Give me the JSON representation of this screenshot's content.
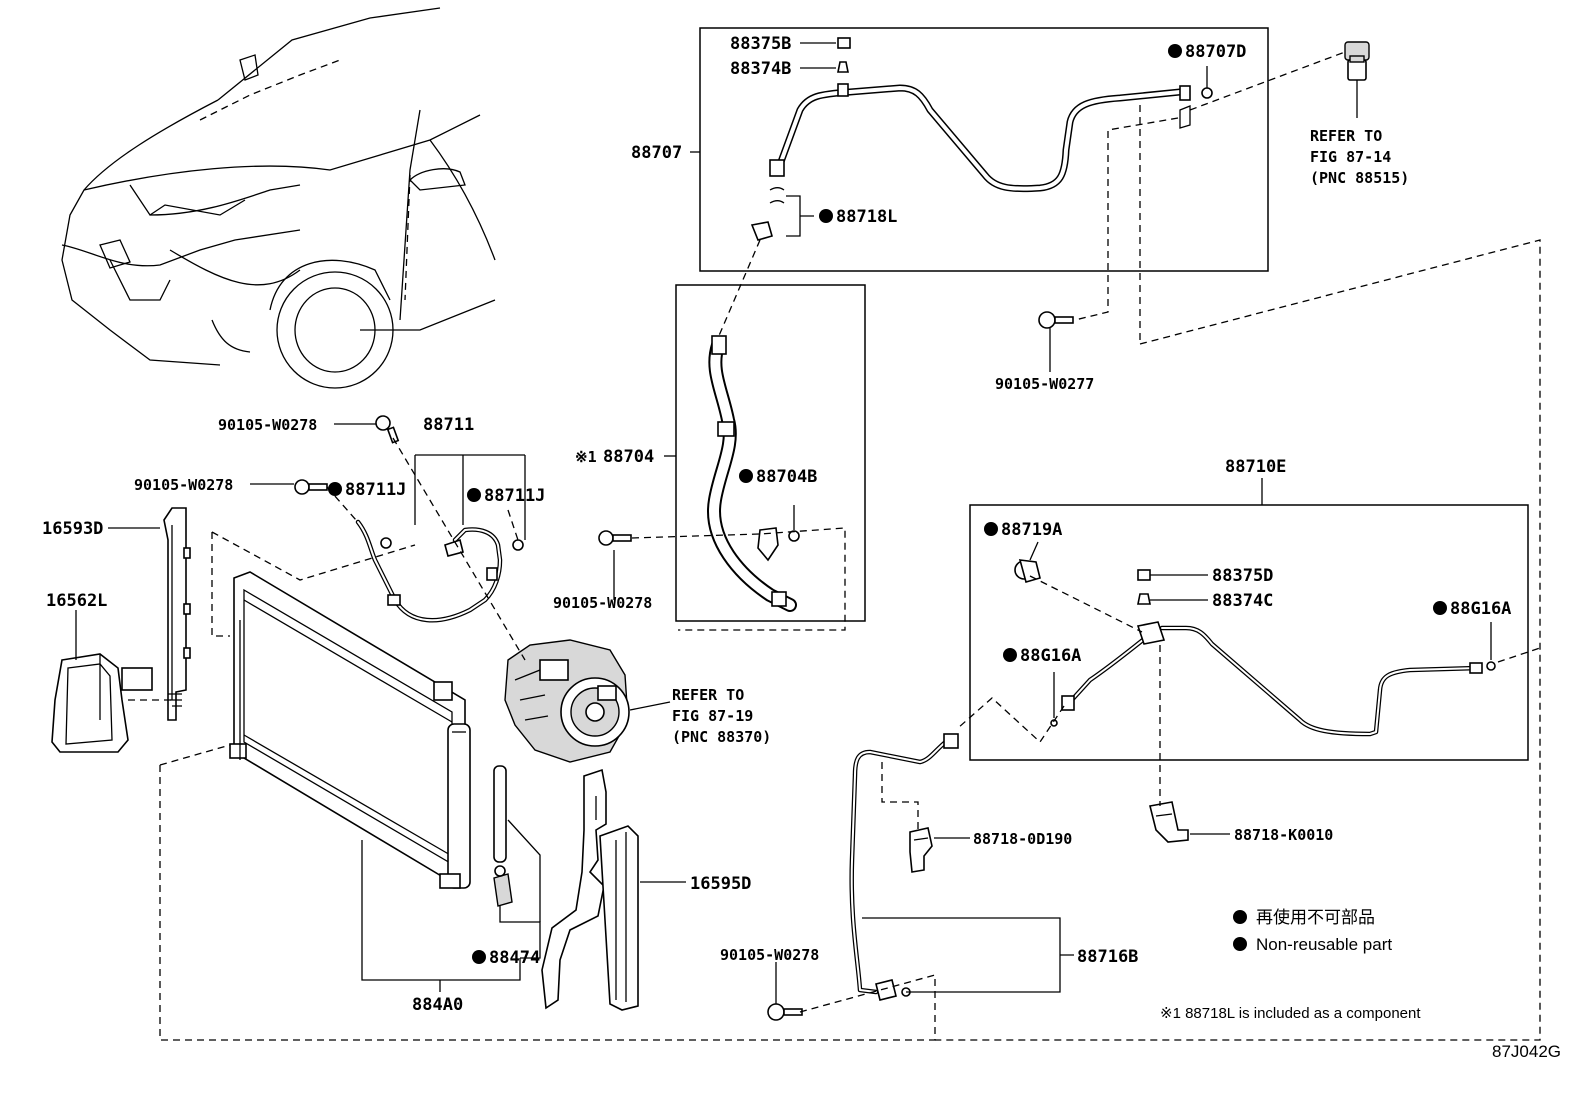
{
  "labels": {
    "p88375B": "88375B",
    "p88374B": "88374B",
    "p88707D": "88707D",
    "p88707": "88707",
    "p88718L": "88718L",
    "refer1_line1": "REFER TO",
    "refer1_line2": "FIG 87-14",
    "refer1_line3": "(PNC 88515)",
    "p90105_W0277": "90105-W0277",
    "p90105_W0278_a": "90105-W0278",
    "p88711": "88711",
    "p90105_W0278_b": "90105-W0278",
    "p88711J_a": "88711J",
    "p88711J_b": "88711J",
    "p88704": "88704",
    "p88704_prefix": "※1",
    "p88704B": "88704B",
    "p90105_W0278_c": "90105-W0278",
    "p16593D": "16593D",
    "p16562L": "16562L",
    "refer2_line1": "REFER TO",
    "refer2_line2": "FIG 87-19",
    "refer2_line3": "(PNC 88370)",
    "p88710E": "88710E",
    "p88719A": "88719A",
    "p88375D": "88375D",
    "p88374C": "88374C",
    "p88G16A_a": "88G16A",
    "p88G16A_b": "88G16A",
    "p88718_0D190": "88718-0D190",
    "p88718_K0010": "88718-K0010",
    "p16595D": "16595D",
    "p88474": "88474",
    "p884A0": "884A0",
    "p90105_W0278_d": "90105-W0278",
    "p88716B": "88716B"
  },
  "legend": {
    "jp": "再使用不可部品",
    "en": "Non-reusable part",
    "footnote": "※1 88718L is included as a component"
  },
  "figure_code": "87J042G"
}
